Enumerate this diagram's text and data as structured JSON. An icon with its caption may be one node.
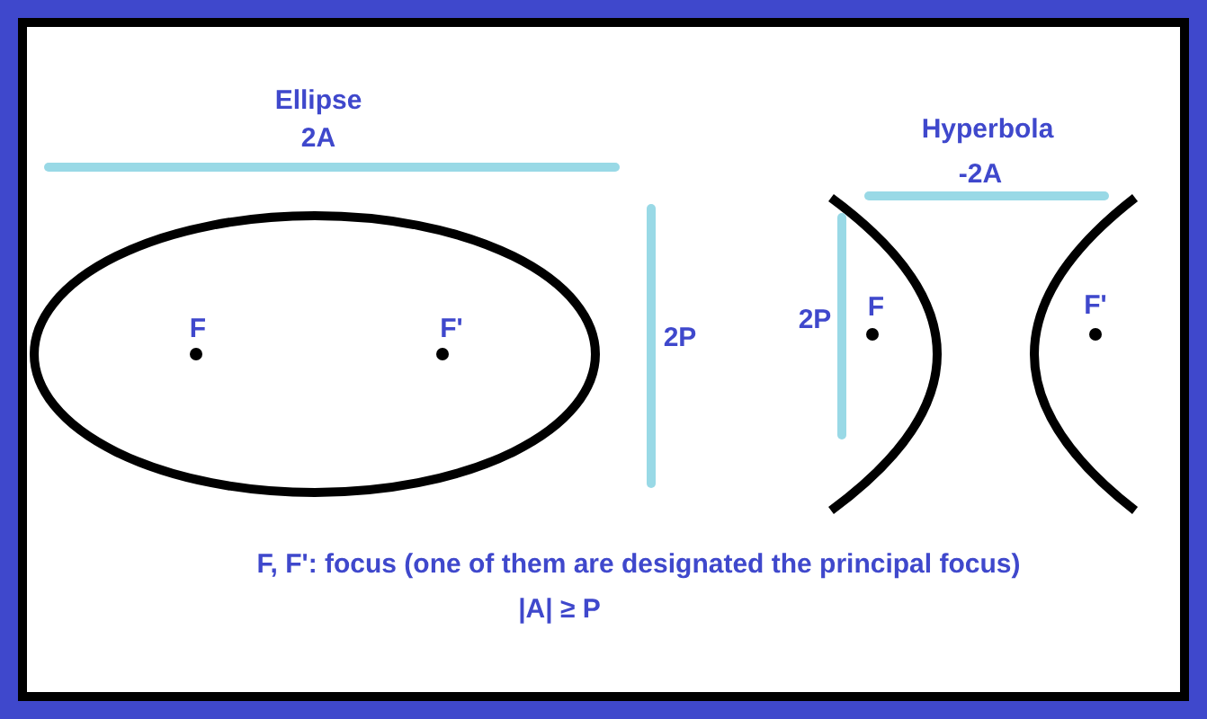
{
  "diagram": {
    "labels": [
      "Ellipse",
      "Hyperbola",
      "2A",
      "-2A",
      "F",
      "F'",
      "2P",
      "2P",
      "F",
      "F'",
      "F, F':  focus (one of them are designated the principal focus)",
      "|A| ≥ P"
    ]
  }
}
